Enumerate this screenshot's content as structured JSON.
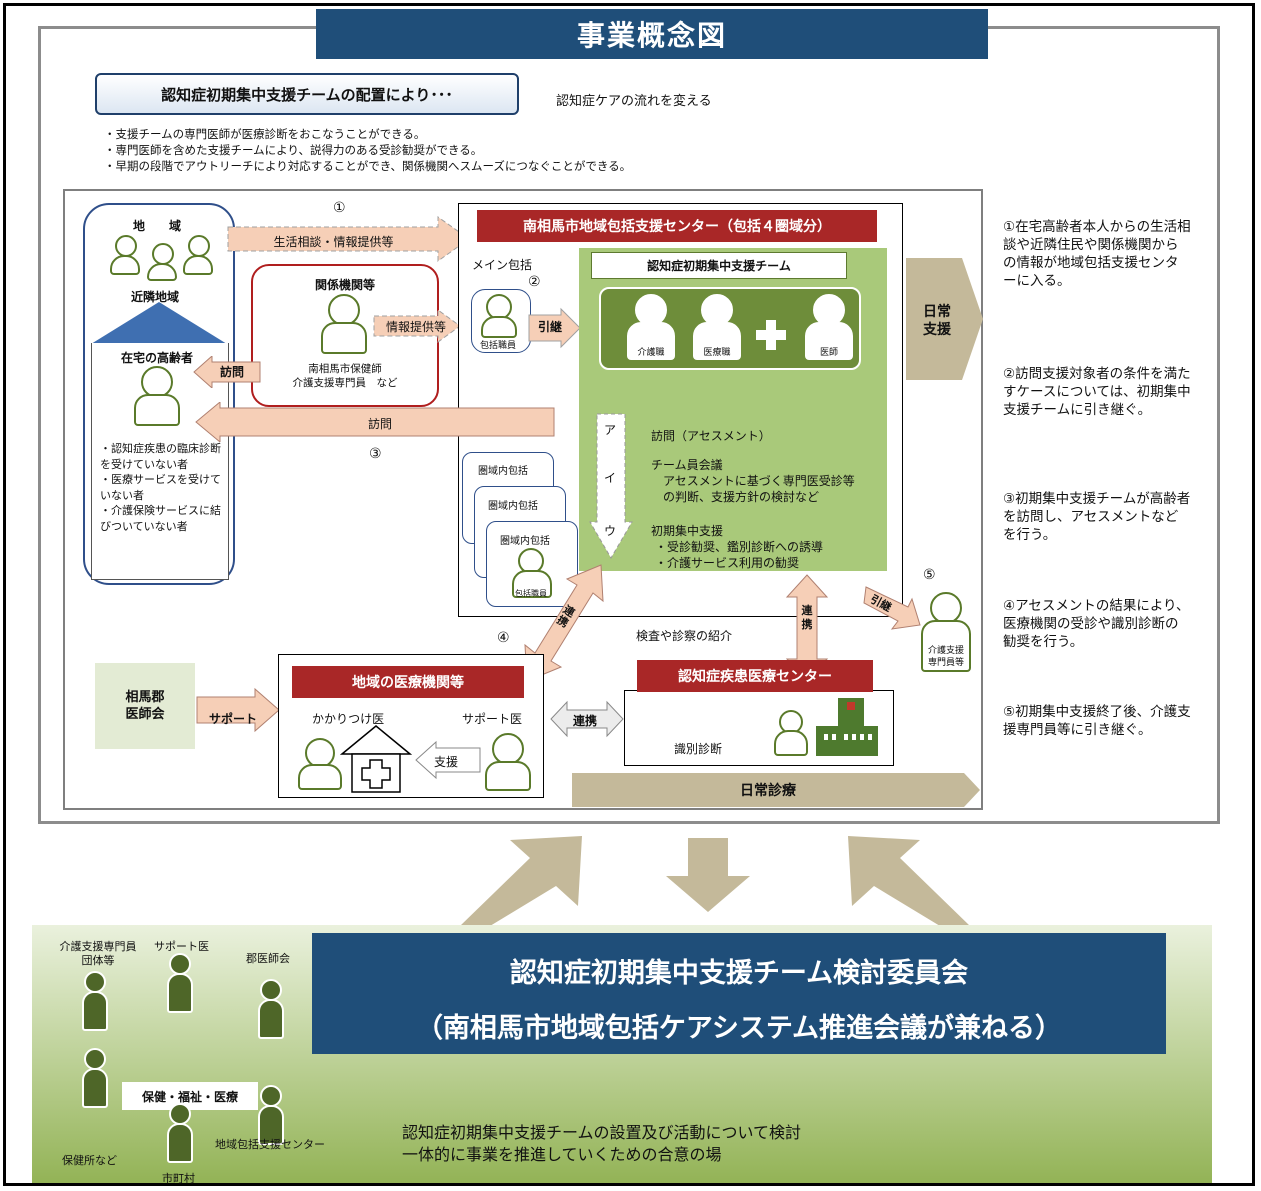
{
  "title": "事業概念図",
  "subtitle": "認知症初期集中支援チームの配置により･･･",
  "subtitle_right": "認知症ケアの流れを変える",
  "bullets": [
    "・支援チームの専門医師が医療診断をおこなうことができる。",
    "・専門医師を含めた支援チームにより、説得力のある受診勧奨ができる。",
    "・早期の段階でアウトリーチにより対応することができ、関係機関へスムーズにつなぐことができる。"
  ],
  "region": {
    "area": "地　　域",
    "neighborhood": "近隣地域",
    "elderly": "在宅の高齢者",
    "criteria": [
      "・認知症疾患の臨床診断を受けていない者",
      "・医療サービスを受けていない者",
      "・介護保険サービスに結びついていない者"
    ]
  },
  "kankei": {
    "title": "関係機関等",
    "line1": "南相馬市保健師",
    "line2": "介護支援専門員　など"
  },
  "center": {
    "title": "南相馬市地域包括支援センター（包括４圏域分）",
    "main_hokatsu": "メイン包括",
    "staff": "包括職員",
    "team_title": "認知症初期集中支援チーム",
    "members": [
      "介護職",
      "医療職",
      "医師"
    ],
    "iu_chars": [
      "ア",
      "イ",
      "ウ"
    ],
    "process_a": "訪問（アセスメント）",
    "process_i_title": "チーム員会議",
    "process_i_body1": "アセスメントに基づく専門医受診等",
    "process_i_body2": "の判断、支援方針の検討など",
    "process_u_title": "初期集中支援",
    "process_u_body1": "・受診勧奨、鑑別診断への誘導",
    "process_u_body2": "・介護サービス利用の勧奨",
    "area_hokatsu": [
      "圏域内包括",
      "圏域内包括",
      "圏域内包括"
    ],
    "area_staff": "包括職員"
  },
  "arrows": {
    "n1": "①",
    "n2": "②",
    "n3": "③",
    "n4": "④",
    "n5": "⑤",
    "consult": "生活相談・情報提供等",
    "info": "情報提供等",
    "visit_small": "訪問",
    "handover": "引継",
    "visit": "訪問",
    "daily_support": "日常\n支援",
    "coop1": "連\n携",
    "coop2": "連\n携",
    "coop3": "連携",
    "handover2": "引継",
    "referral": "検査や診察の紹介",
    "support": "サポート",
    "support_small": "支援",
    "daily_medical": "日常診療"
  },
  "care_manager": "介護支援\n専門員等",
  "soma": "相馬郡\n医師会",
  "iryo": {
    "title": "地域の医療機関等",
    "family": "かかりつけ医",
    "support_doc": "サポート医"
  },
  "ninchi": {
    "title": "認知症疾患医療センター",
    "diag": "識別診断"
  },
  "notes": [
    "①在宅高齢者本人からの生活相談や近隣住民や関係機関からの情報が地域包括支援センターに入る。",
    "②訪問支援対象者の条件を満たすケースについては、初期集中支援チームに引き継ぐ。",
    "③初期集中支援チームが高齢者を訪問し、アセスメントなどを行う。",
    "④アセスメントの結果により、医療機関の受診や識別診断の勧奨を行う。",
    "⑤初期集中支援終了後、介護支援専門員等に引き継ぐ。"
  ],
  "committee": {
    "line1": "認知症初期集中支援チーム検討委員会",
    "line2": "（南相馬市地域包括ケアシステム推進会議が兼ねる）",
    "desc1": "認知症初期集中支援チームの設置及び活動について検討",
    "desc2": "一体的に事業を推進していくための合意の場"
  },
  "members": {
    "care_group": "介護支援専門員\n団体等",
    "support_doc": "サポート医",
    "gun_ishikai": "郡医師会",
    "center_label": "保健・福祉・医療",
    "health_center": "保健所など",
    "city": "市町村",
    "hokatsu_center": "地域包括支援センター"
  },
  "colors": {
    "navy": "#1f4e79",
    "red": "#a92727",
    "green": "#a9c97a",
    "khaki": "#c4b99a",
    "pink": "#f6cfb7"
  }
}
